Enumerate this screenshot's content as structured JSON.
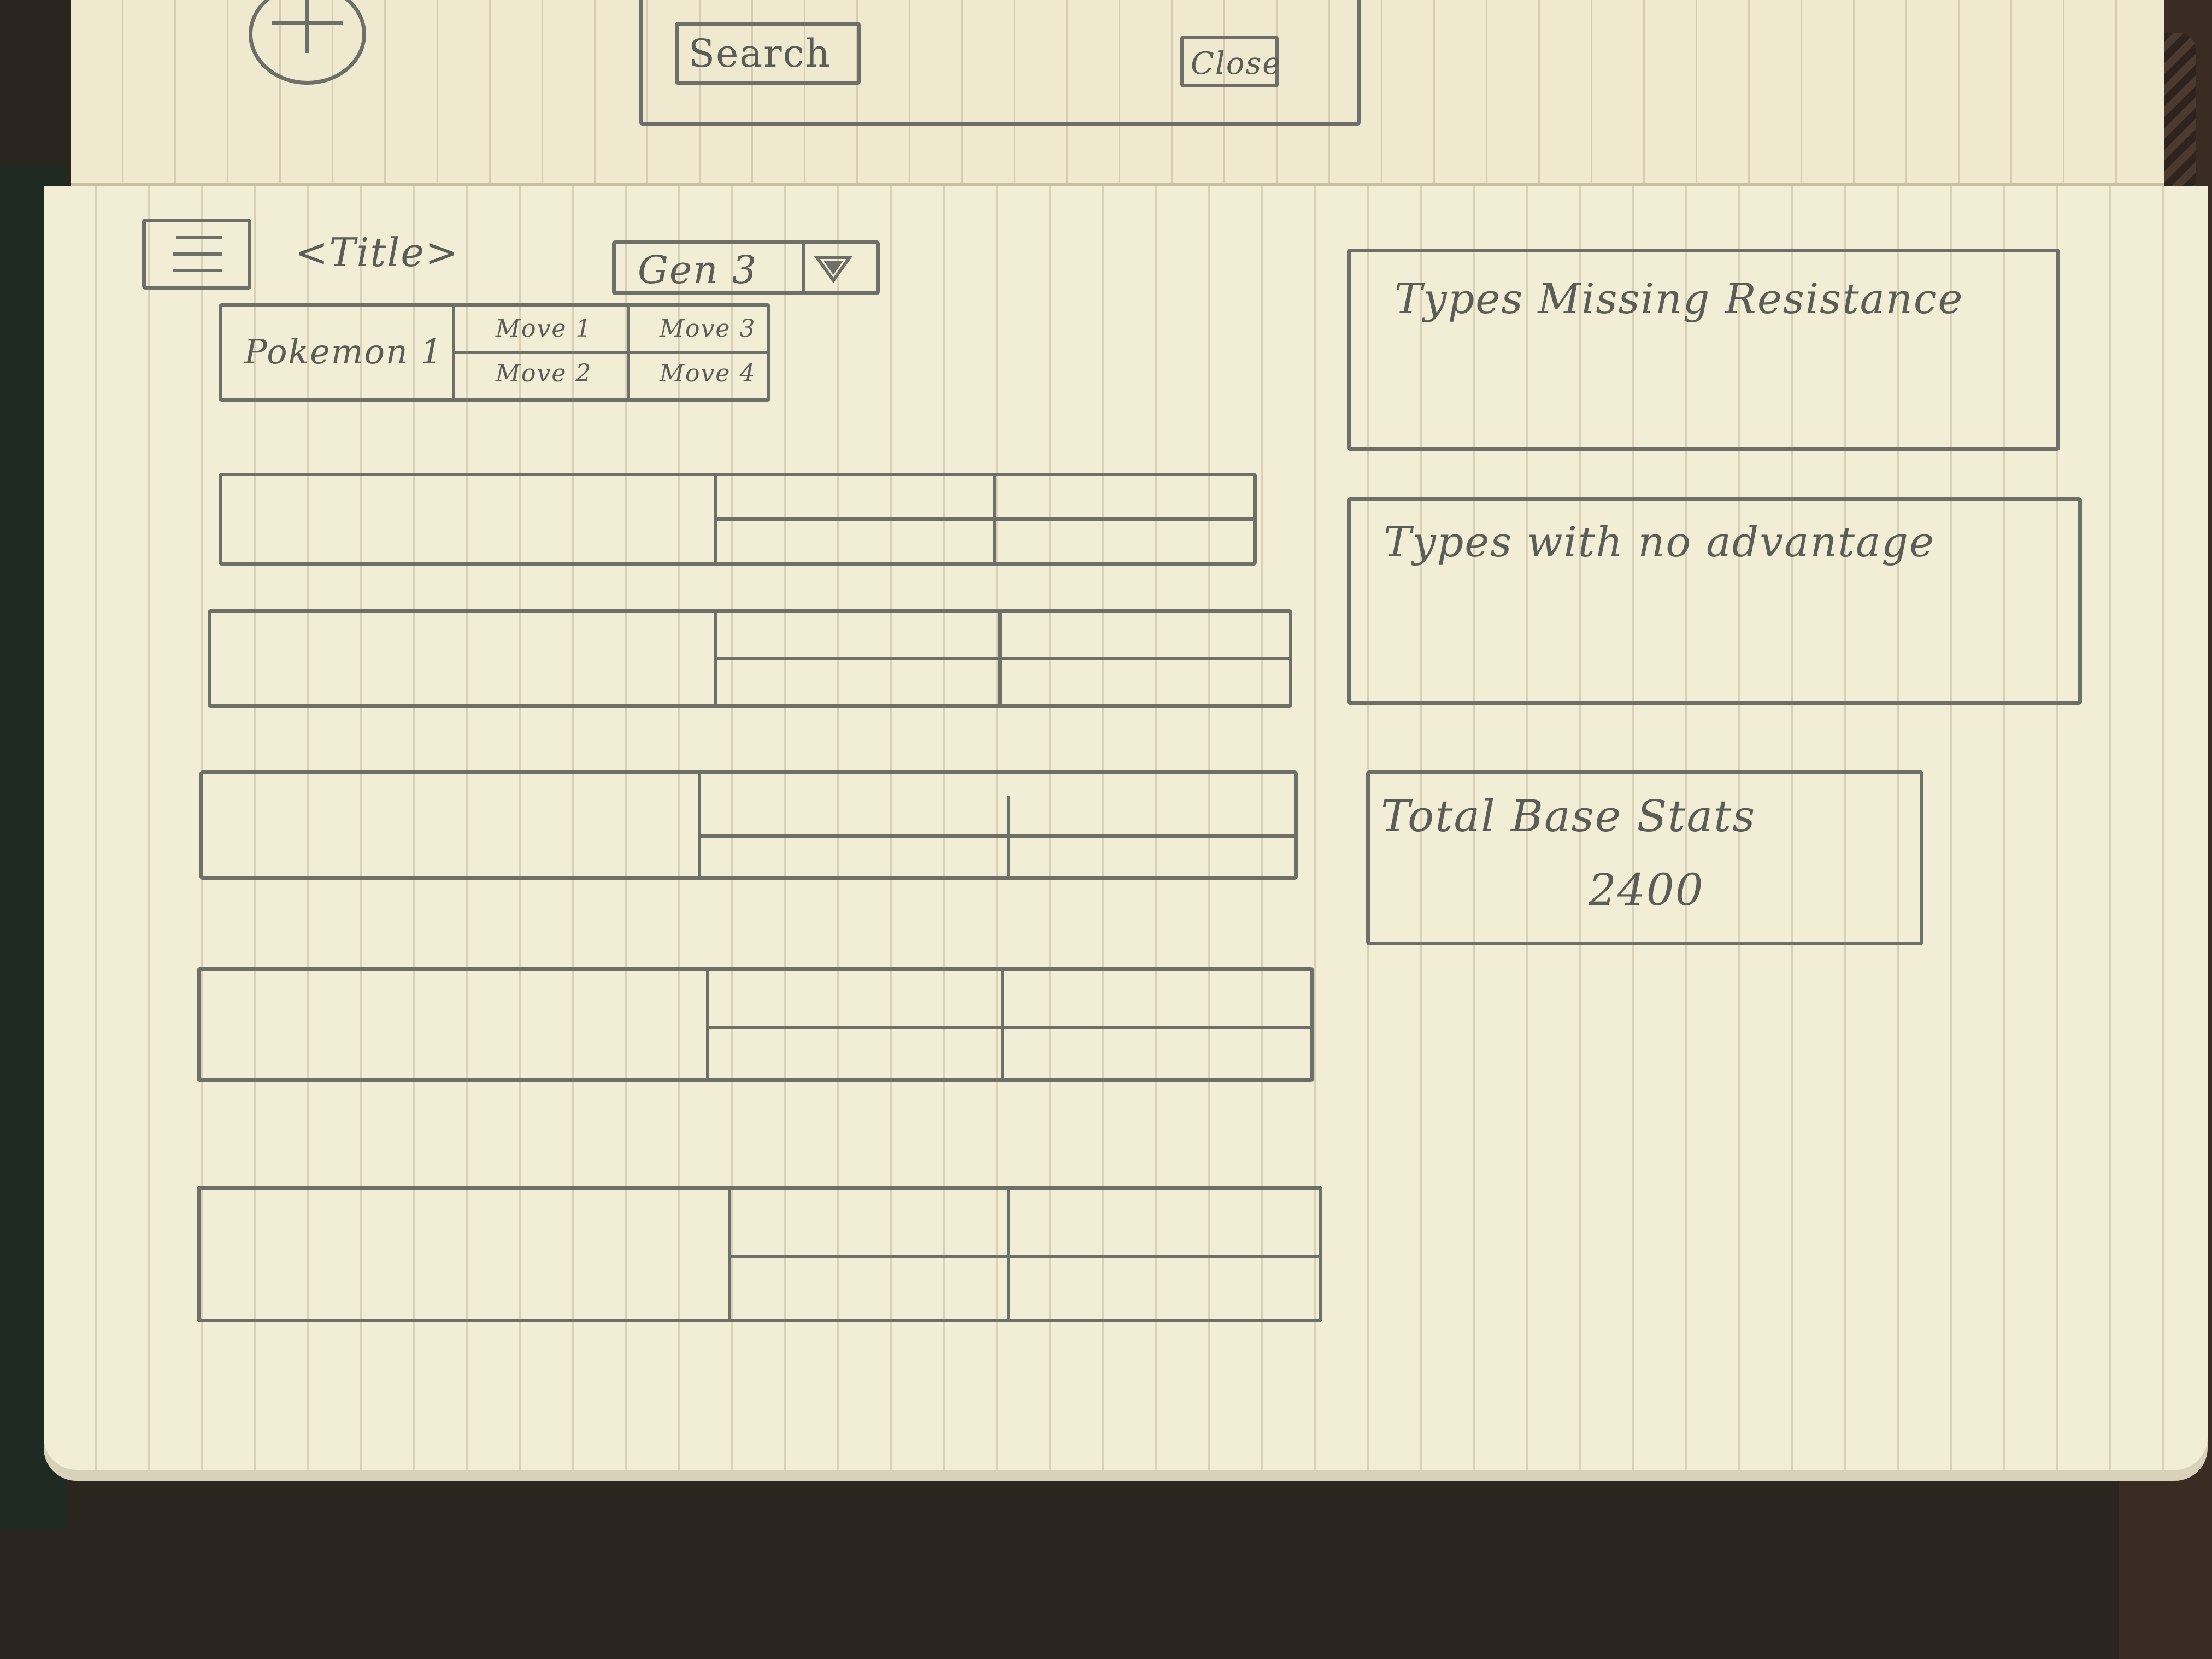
{
  "search_dialog": {
    "search_label": "Search",
    "close_label": "Close"
  },
  "header": {
    "title": "<Title>",
    "generation_select": {
      "selected": "Gen 3",
      "arrow_icon": "triangle-down-icon"
    }
  },
  "team_table_header": {
    "pokemon_label": "Pokemon 1",
    "moves": [
      "Move 1",
      "Move 3",
      "Move 2",
      "Move 4"
    ]
  },
  "team_rows": [
    {
      "pokemon": "",
      "moves": [
        "",
        "",
        "",
        ""
      ]
    },
    {
      "pokemon": "",
      "moves": [
        "",
        "",
        "",
        ""
      ]
    },
    {
      "pokemon": "",
      "moves": [
        "",
        "",
        "",
        ""
      ]
    },
    {
      "pokemon": "",
      "moves": [
        "",
        "",
        "",
        ""
      ]
    },
    {
      "pokemon": "",
      "moves": [
        "",
        "",
        "",
        ""
      ]
    }
  ],
  "panels": {
    "missing_resistance": {
      "title": "Types Missing Resistance"
    },
    "no_advantage": {
      "title": "Types with no advantage"
    },
    "base_stats": {
      "title": "Total Base Stats",
      "value": "2400"
    }
  }
}
